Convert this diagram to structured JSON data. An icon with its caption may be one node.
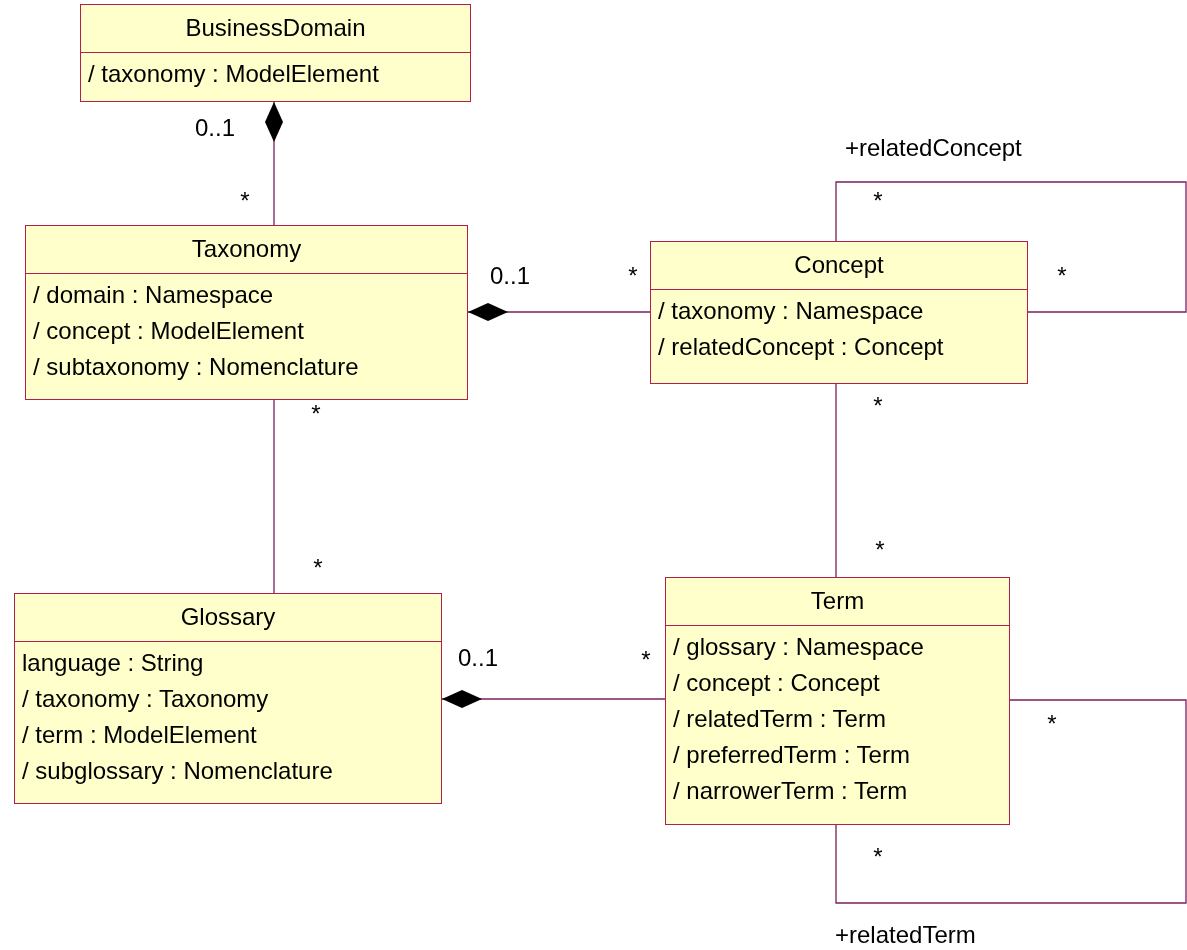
{
  "diagram": {
    "nodes": [
      {
        "text": [
          "BusinessDomain",
          "/ taxonomy : ModelElement"
        ]
      },
      {
        "text": [
          "Taxonomy",
          "/ domain : Namespace",
          "/ concept : ModelElement",
          "/ subtaxonomy : Nomenclature"
        ]
      },
      {
        "text": [
          "Concept",
          "/ taxonomy : Namespace",
          "/ relatedConcept : Concept"
        ]
      },
      {
        "text": [
          "Glossary",
          "language : String",
          "/ taxonomy : Taxonomy",
          "/ term : ModelElement",
          "/ subglossary : Nomenclature"
        ]
      },
      {
        "text": [
          "Term",
          "/ glossary : Namespace",
          "/ concept : Concept",
          "/ relatedTerm : Term",
          "/ preferredTerm : Term",
          "/ narrowerTerm : Term"
        ]
      }
    ],
    "edges": [
      {
        "from": 1,
        "to": 0,
        "arrow": "other"
      },
      {
        "from": 2,
        "to": 1,
        "arrow": "other"
      },
      {
        "from": 1,
        "to": 3,
        "arrow": "none"
      },
      {
        "from": 2,
        "to": 2,
        "arrow": "none",
        "label": "+relatedConcept"
      },
      {
        "from": 2,
        "to": 4,
        "arrow": "none"
      },
      {
        "from": 4,
        "to": 3,
        "arrow": "other"
      },
      {
        "from": 4,
        "to": 4,
        "arrow": "none",
        "label": "+relatedTerm"
      }
    ],
    "labels": [
      "0..1",
      "*",
      "*",
      "0..1",
      "*",
      "*",
      "*",
      "*",
      "*",
      "*",
      "0..1",
      "*",
      "*",
      "*"
    ]
  }
}
